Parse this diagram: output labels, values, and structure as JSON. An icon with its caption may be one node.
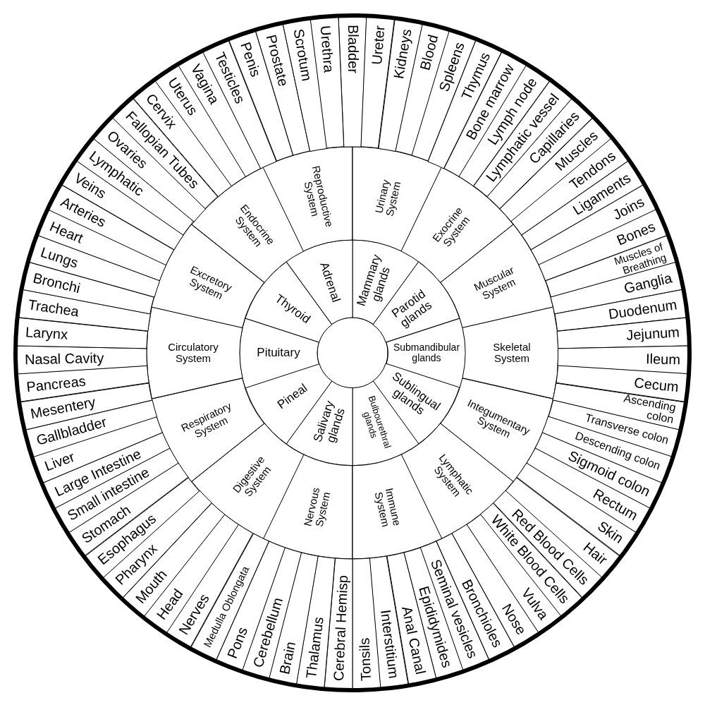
{
  "diagram": {
    "nodes": [
      {
        "text": [],
        "shape": "circle"
      },
      {
        "text": [
          "Mammary glands"
        ]
      },
      {
        "text": [
          "Parotid glands"
        ]
      },
      {
        "text": [
          "Submandibular glands"
        ]
      },
      {
        "text": [
          "Sublingual glands"
        ]
      },
      {
        "text": [
          "Bulbourethral glands"
        ]
      },
      {
        "text": [
          "Salivary glands"
        ]
      },
      {
        "text": [
          "Pineal"
        ]
      },
      {
        "text": [
          "Pituitary"
        ]
      },
      {
        "text": [
          "Thyroid"
        ]
      },
      {
        "text": [
          "Adrenal"
        ]
      },
      {
        "text": [
          "Urinary System"
        ]
      },
      {
        "text": [
          "Exocrine System"
        ]
      },
      {
        "text": [
          "Muscular System"
        ]
      },
      {
        "text": [
          "Skeletal System"
        ]
      },
      {
        "text": [
          "Integumentary System"
        ]
      },
      {
        "text": [
          "Lymphatic System"
        ]
      },
      {
        "text": [
          "Immune System"
        ]
      },
      {
        "text": [
          "Nervous System"
        ]
      },
      {
        "text": [
          "Digestive System"
        ]
      },
      {
        "text": [
          "Respiratory System"
        ]
      },
      {
        "text": [
          "Circulatory System"
        ]
      },
      {
        "text": [
          "Excretory System"
        ]
      },
      {
        "text": [
          "Endocrine System"
        ]
      },
      {
        "text": [
          "Reproductive System"
        ]
      },
      {
        "text": [
          "Bladder"
        ]
      },
      {
        "text": [
          "Ureter"
        ]
      },
      {
        "text": [
          "Kidneys"
        ]
      },
      {
        "text": [
          "Blood"
        ]
      },
      {
        "text": [
          "Spleens"
        ]
      },
      {
        "text": [
          "Thymus"
        ]
      },
      {
        "text": [
          "Bone marrow"
        ]
      },
      {
        "text": [
          "Lymph node"
        ]
      },
      {
        "text": [
          "Lymphatic vessel"
        ]
      },
      {
        "text": [
          "Capillaries"
        ]
      },
      {
        "text": [
          "Muscles"
        ]
      },
      {
        "text": [
          "Tendons"
        ]
      },
      {
        "text": [
          "Ligaments"
        ]
      },
      {
        "text": [
          "Joins"
        ]
      },
      {
        "text": [
          "Bones"
        ]
      },
      {
        "text": [
          "Muscles of Breathing"
        ]
      },
      {
        "text": [
          "Ganglia"
        ]
      },
      {
        "text": [
          "Duodenum"
        ]
      },
      {
        "text": [
          "Jejunum"
        ]
      },
      {
        "text": [
          "Ileum"
        ]
      },
      {
        "text": [
          "Cecum"
        ]
      },
      {
        "text": [
          "Ascending colon"
        ]
      },
      {
        "text": [
          "Transverse colon"
        ]
      },
      {
        "text": [
          "Descending colon"
        ]
      },
      {
        "text": [
          "Sigmoid colon"
        ]
      },
      {
        "text": [
          "Rectum"
        ]
      },
      {
        "text": [
          "Skin"
        ]
      },
      {
        "text": [
          "Hair"
        ]
      },
      {
        "text": [
          "Red Blood Cells"
        ]
      },
      {
        "text": [
          "White Blood Cells"
        ]
      },
      {
        "text": [
          "Vulva"
        ]
      },
      {
        "text": [
          "Nose"
        ]
      },
      {
        "text": [
          "Bronchioles"
        ]
      },
      {
        "text": [
          "Seminal vesicles"
        ]
      },
      {
        "text": [
          "Epididymides"
        ]
      },
      {
        "text": [
          "Anal Canal"
        ]
      },
      {
        "text": [
          "Interstitium"
        ]
      },
      {
        "text": [
          "Tonsils"
        ]
      },
      {
        "text": [
          "Cerebral Hemisp"
        ]
      },
      {
        "text": [
          "Thalamus"
        ]
      },
      {
        "text": [
          "Brain"
        ]
      },
      {
        "text": [
          "Cerebellum"
        ]
      },
      {
        "text": [
          "Pons"
        ]
      },
      {
        "text": [
          "Medulla Oblongata"
        ]
      },
      {
        "text": [
          "Nerves"
        ]
      },
      {
        "text": [
          "Head"
        ]
      },
      {
        "text": [
          "Mouth"
        ]
      },
      {
        "text": [
          "Pharynx"
        ]
      },
      {
        "text": [
          "Esophagus"
        ]
      },
      {
        "text": [
          "Stomach"
        ]
      },
      {
        "text": [
          "Small intestine"
        ]
      },
      {
        "text": [
          "Large Intestine"
        ]
      },
      {
        "text": [
          "Liver"
        ]
      },
      {
        "text": [
          "Gallbladder"
        ]
      },
      {
        "text": [
          "Mesentery"
        ]
      },
      {
        "text": [
          "Pancreas"
        ]
      },
      {
        "text": [
          "Nasal Cavity"
        ]
      },
      {
        "text": [
          "Larynx"
        ]
      },
      {
        "text": [
          "Trachea"
        ]
      },
      {
        "text": [
          "Bronchi"
        ]
      },
      {
        "text": [
          "Lungs"
        ]
      },
      {
        "text": [
          "Heart"
        ]
      },
      {
        "text": [
          "Arteries"
        ]
      },
      {
        "text": [
          "Veins"
        ]
      },
      {
        "text": [
          "Lymphatic"
        ]
      },
      {
        "text": [
          "Ovaries"
        ]
      },
      {
        "text": [
          "Fallopian Tubes"
        ]
      },
      {
        "text": [
          "Cervix"
        ]
      },
      {
        "text": [
          "Uterus"
        ]
      },
      {
        "text": [
          "Vagina"
        ]
      },
      {
        "text": [
          "Testicles"
        ]
      },
      {
        "text": [
          "Penis"
        ]
      },
      {
        "text": [
          "Prostate"
        ]
      },
      {
        "text": [
          "Scrotum"
        ]
      },
      {
        "text": [
          "Urethra"
        ]
      }
    ]
  }
}
